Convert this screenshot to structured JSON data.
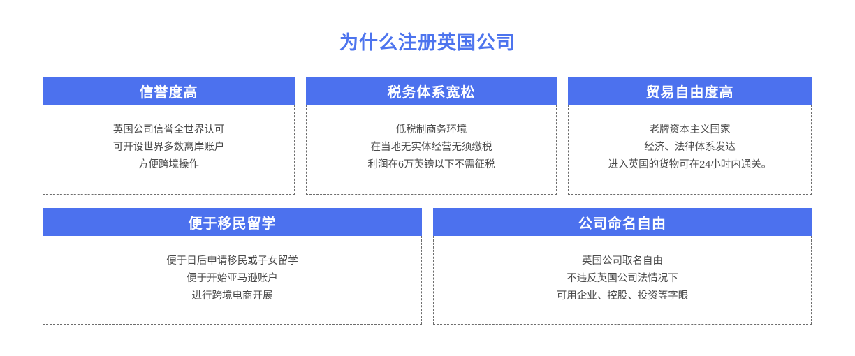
{
  "page": {
    "title": "为什么注册英国公司",
    "accent_color": "#4c71ee",
    "title_color": "#4d74ee",
    "body_text_color": "#4a4a4a",
    "border_color": "#6d6d6d",
    "background_color": "#ffffff"
  },
  "rows": [
    {
      "cards": [
        {
          "heading": "信誉度高",
          "lines": [
            "英国公司信誉全世界认可",
            "可开设世界多数离岸账户",
            "方便跨境操作"
          ]
        },
        {
          "heading": "税务体系宽松",
          "lines": [
            "低税制商务环境",
            "在当地无实体经营无须缴税",
            "利润在6万英镑以下不需征税"
          ]
        },
        {
          "heading": "贸易自由度高",
          "lines": [
            "老牌资本主义国家",
            "经济、法律体系发达",
            "进入英国的货物可在24小时内通关。"
          ]
        }
      ]
    },
    {
      "cards": [
        {
          "heading": "便于移民留学",
          "lines": [
            "便于日后申请移民或子女留学",
            "便于开始亚马逊账户",
            "进行跨境电商开展"
          ]
        },
        {
          "heading": "公司命名自由",
          "lines": [
            "英国公司取名自由",
            "不违反英国公司法情况下",
            "可用企业、控股、投资等字眼"
          ]
        }
      ]
    }
  ]
}
